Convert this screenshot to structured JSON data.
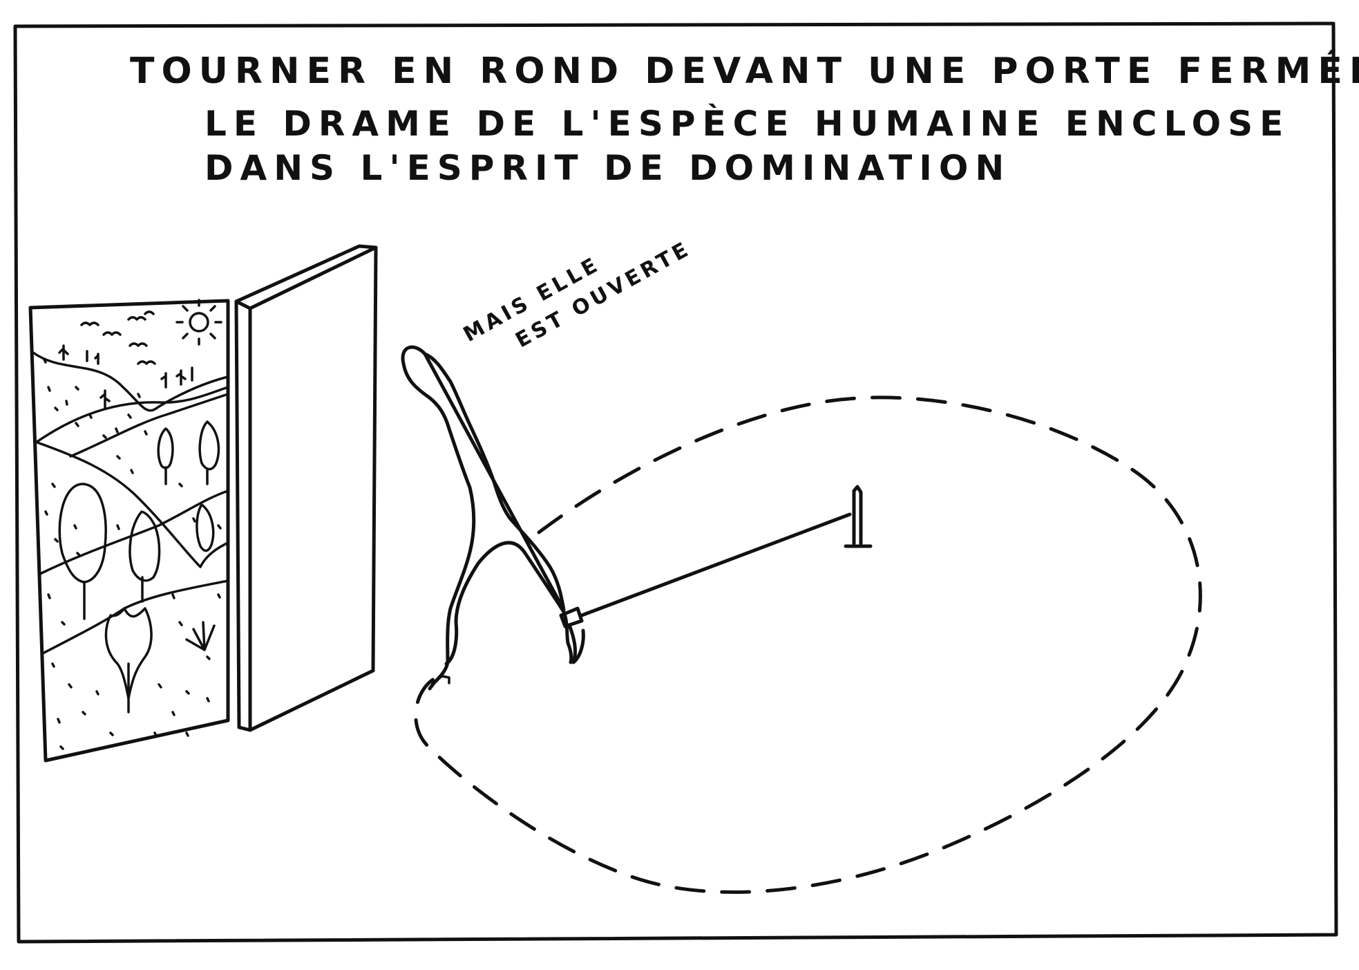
{
  "caption": {
    "line1": "TOURNER EN ROND DEVANT UNE PORTE FERMÉE",
    "line2": "LE DRAME DE L'ESPÈCE HUMAINE ENCLOSE",
    "line3": "DANS L'ESPRIT DE DOMINATION"
  },
  "speech": {
    "line1": "MAIS ELLE",
    "line2": "EST OUVERTE"
  },
  "style": {
    "ink": "#111111",
    "paper": "#ffffff"
  }
}
